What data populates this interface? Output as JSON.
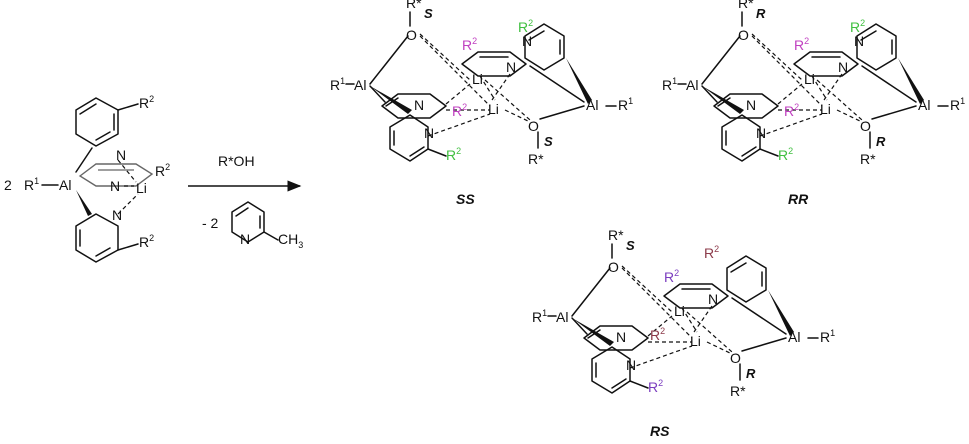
{
  "colors": {
    "bond": "#111111",
    "green": "#3fbf3f",
    "magenta": "#c040c0",
    "purple": "#7a3cbf",
    "maroon": "#8c3a4a"
  },
  "reactant": {
    "coefficient": "2",
    "al": "Al",
    "r1": "R",
    "r1sup": "1",
    "r2": "R",
    "r2sup": "2",
    "n": "N",
    "li": "Li"
  },
  "reaction": {
    "reagent": "R*OH",
    "coefficient": "- 2",
    "byproduct_ring_n": "N",
    "byproduct_methyl": "CH",
    "byproduct_methyl_sub": "3"
  },
  "products": {
    "ss": {
      "label": "SS",
      "cfg_top": "S",
      "cfg_bottom": "S"
    },
    "rr": {
      "label": "RR",
      "cfg_top": "R",
      "cfg_bottom": "R"
    },
    "rs": {
      "label": "RS",
      "cfg_top": "S",
      "cfg_bottom": "R"
    }
  },
  "atoms": {
    "al": "Al",
    "li": "Li",
    "n": "N",
    "o": "O",
    "r1": "R",
    "r1sup": "1",
    "r2": "R",
    "r2sup": "2",
    "rstar": "R*"
  }
}
